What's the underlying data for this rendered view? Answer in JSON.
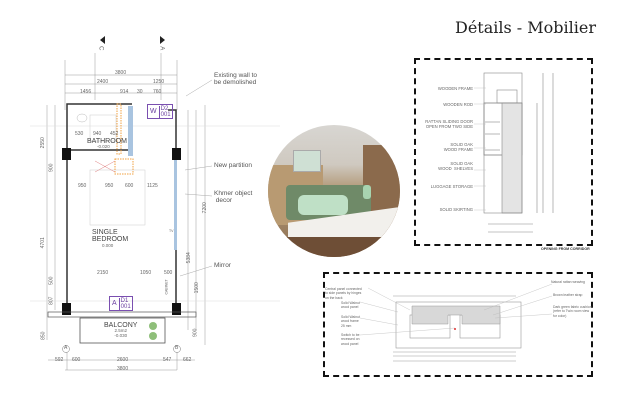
{
  "title": "Détails - Mobilier",
  "plan": {
    "section_markers": [
      "C",
      "A"
    ],
    "dims_top": [
      "3800",
      "2400",
      "1250",
      "1456",
      "914",
      "30",
      "760"
    ],
    "dims_inner": [
      "530",
      "940",
      "452",
      "950",
      "950",
      "600",
      "1125",
      "2150",
      "1050",
      "500"
    ],
    "dims_bottom": [
      "592",
      "600",
      "2600",
      "547",
      "662",
      "3800"
    ],
    "dims_left": [
      "2550",
      "900",
      "4701",
      "500",
      "807",
      "850"
    ],
    "dims_right": [
      "7200",
      "5384",
      "1500",
      "900"
    ],
    "rooms": [
      {
        "name": "BATHROOM",
        "level": "-0.020"
      },
      {
        "name": "SINGLE\nBEDROOM",
        "level": "0.000"
      },
      {
        "name": "BALCONY",
        "area": "2.5m2",
        "level": "-0.030"
      }
    ],
    "door_tags": [
      {
        "letter": "W",
        "code": "D2",
        "num": "001"
      },
      {
        "letter": "A",
        "code": "D1",
        "num": "001"
      }
    ],
    "grid_labels": [
      "A",
      "B"
    ],
    "fixture_labels": [
      "CABINET",
      "TV"
    ],
    "annotations": [
      "Existing wall to\nbe demolished",
      "New partition",
      "Khmer object\n decor",
      "Mirror"
    ]
  },
  "wardrobe": {
    "labels": [
      "WOODEN FRAME",
      "WOODEN ROD",
      "RATTAN SLIDING DOOR\nOPEN FROM TWO SIDE",
      "SOLID OAK\nWOOD FRAME",
      "SOLID OAK\nWOOD  SHELVES",
      "LUGGAGE STORAGE",
      "SOLID SKIRTING"
    ],
    "caption": "OPENING FROM CORRIDOR"
  },
  "bed": {
    "labels_left": [
      "Central panel connected\nto side panels by hinges\non the back",
      "Solid Walnut\nwood panel",
      "Solid Walnut\nwood frame\n25 mm",
      "Switch to be\nrecessed on\nwood panel"
    ],
    "labels_right": [
      "Natural rattan weaving",
      "Brown leather strap",
      "Dark green fabric cushion\n(refer to Twin room view\nfor color)"
    ]
  },
  "colors": {
    "wall": "#111111",
    "partition": "#a9c4e0",
    "tag": "#7a4fb0",
    "fixture": "#f0a040"
  }
}
